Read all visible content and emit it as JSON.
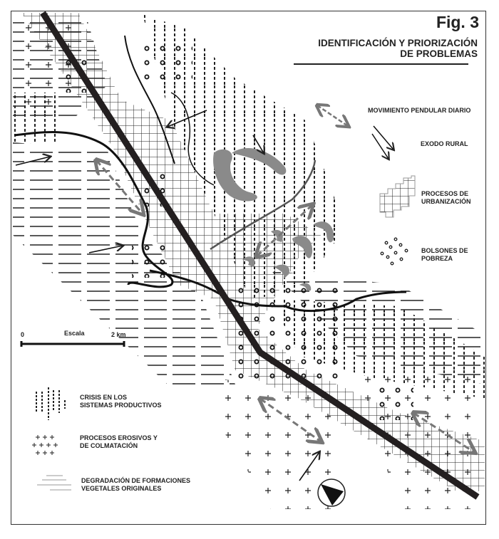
{
  "figure_label": "Fig. 3",
  "title_line1": "IDENTIFICACIÓN Y PRIORIZACIÓN",
  "title_line2": "DE PROBLEMAS",
  "legend": {
    "pendular": "MOVIMIENTO PENDULAR DIARIO",
    "exodo": "EXODO RURAL",
    "urbanizacion_1": "PROCESOS DE",
    "urbanizacion_2": "URBANIZACIÓN",
    "pobreza_1": "BOLSONES DE",
    "pobreza_2": "POBREZA",
    "crisis_1": "CRISIS EN LOS",
    "crisis_2": "SISTEMAS PRODUCTIVOS",
    "erosivos_1": "PROCESOS EROSIVOS Y",
    "erosivos_2": "DE COLMATACIÓN",
    "degradacion_1": "DEGRADACIÓN DE FORMACIONES",
    "degradacion_2": "VEGETALES ORIGINALES"
  },
  "scale": {
    "start": "0",
    "label": "Escala",
    "end": "2 km"
  },
  "colors": {
    "ink": "#1a1a1a",
    "gray": "#8a8a8a",
    "road": "#231f20"
  }
}
